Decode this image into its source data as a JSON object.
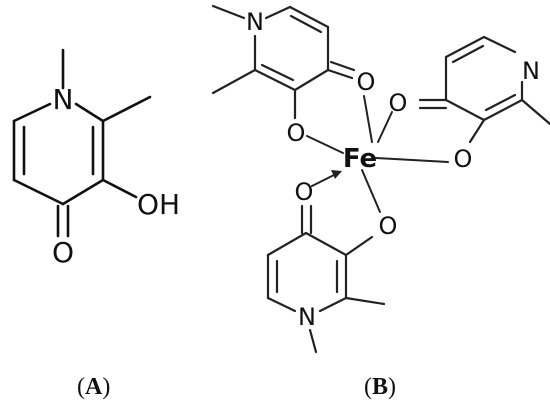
{
  "panels": [
    {
      "label_open": "(",
      "label_letter": "A",
      "label_close": ")",
      "atoms": {
        "n1": "N",
        "oh": "OH",
        "o_keto": "O"
      }
    },
    {
      "label_open": "(",
      "label_letter": "B",
      "label_close": ")",
      "atoms": {
        "metal": "Fe",
        "n_top_left": "N",
        "n_right": "N",
        "n_bottom": "N",
        "o_keto_left": "O",
        "o_phen_left": "O",
        "o_keto_right": "O",
        "o_phen_right": "O",
        "o_keto_bottom": "O",
        "o_phen_bottom": "O"
      }
    }
  ]
}
